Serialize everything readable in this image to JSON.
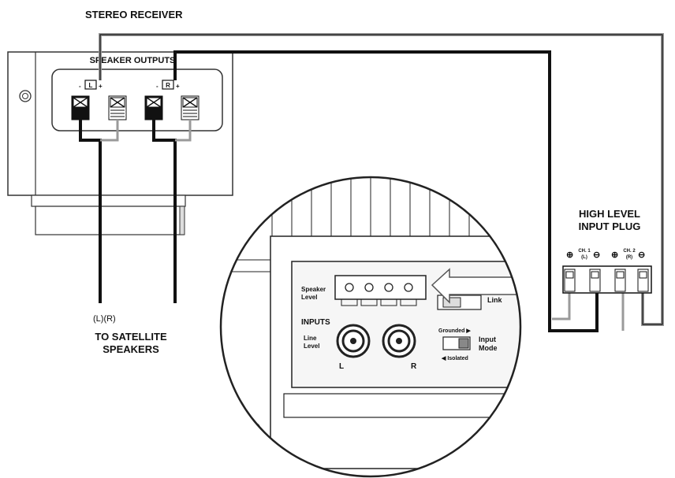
{
  "title": "STEREO RECEIVER",
  "receiver": {
    "speaker_outputs": "SPEAKER OUTPUTS",
    "left_channel": "L",
    "right_channel": "R",
    "minus": "-",
    "plus": "+"
  },
  "satellite": {
    "lr_label": "(L)(R)",
    "line1": "TO SATELLITE",
    "line2": "SPEAKERS"
  },
  "plug": {
    "line1": "HIGH LEVEL",
    "line2": "INPUT PLUG",
    "ch1_top": "CH. 1",
    "ch1_bottom": "(L)",
    "ch2_top": "CH. 2",
    "ch2_bottom": "(R)",
    "plus_symbol": "⊕",
    "minus_symbol": "⊖"
  },
  "panel": {
    "speaker_level_1": "Speaker",
    "speaker_level_2": "Level",
    "link": "Link",
    "inputs": "INPUTS",
    "line_level_1": "Line",
    "line_level_2": "Level",
    "jack_left": "L",
    "jack_right": "R",
    "grounded": "Grounded ▶",
    "isolated": "◀ Isolated",
    "input_mode_1": "Input",
    "input_mode_2": "Mode"
  },
  "colors": {
    "wire_black": "#111111",
    "wire_gray": "#9a9a9a",
    "outline": "#333333",
    "panel_fill": "#f2f2f2"
  }
}
